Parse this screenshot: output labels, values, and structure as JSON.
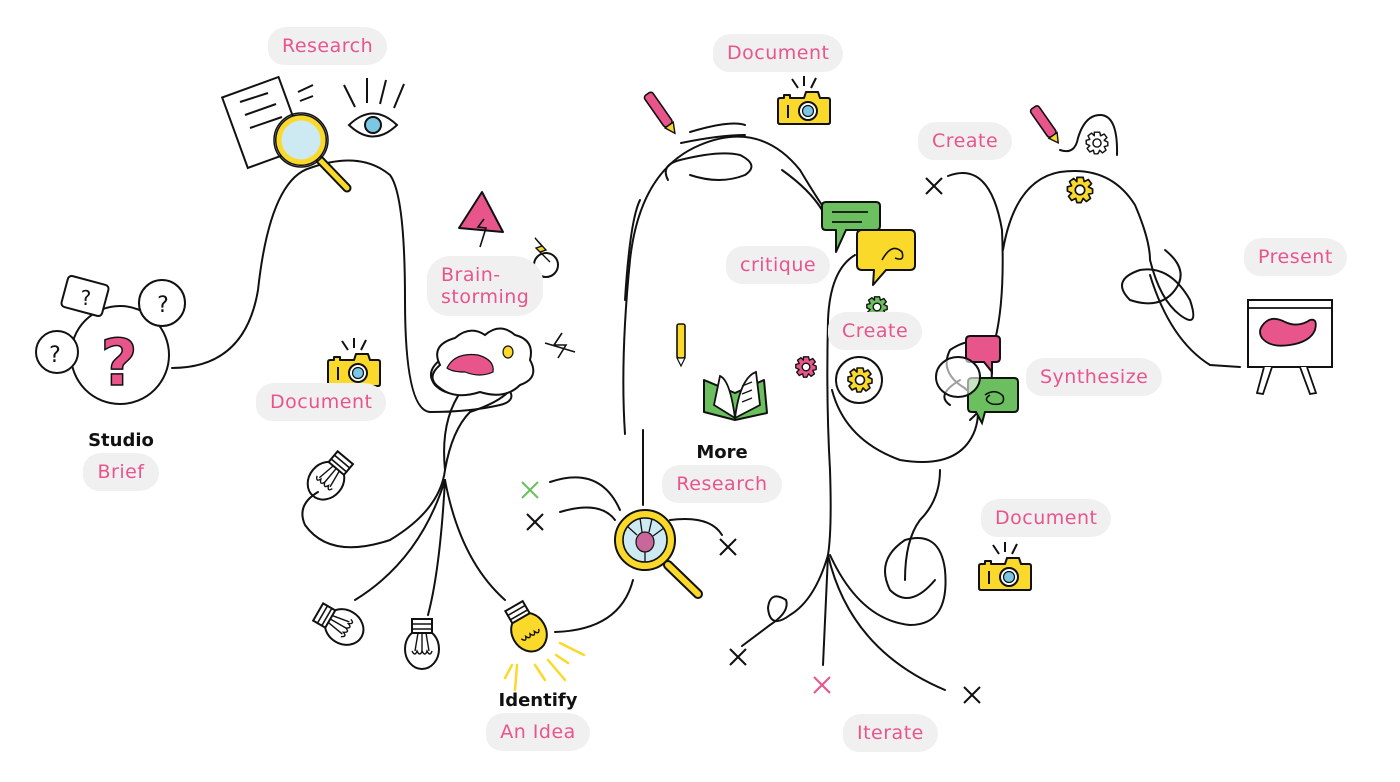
{
  "diagram": {
    "type": "design-process-flow",
    "colors": {
      "accent_pink": "#e8558a",
      "accent_yellow": "#fbd92a",
      "accent_green": "#6bbf5f",
      "accent_blue": "#7ac8e3",
      "stroke": "#111111",
      "label_bg": "#f0f0f0"
    },
    "nodes": {
      "studio_brief": {
        "line1": "Studio",
        "line2": "Brief",
        "icon": "question-bubbles-icon"
      },
      "research": {
        "label": "Research",
        "icon": "magnifier-document-icon"
      },
      "document_1": {
        "label": "Document",
        "icon": "camera-icon"
      },
      "brainstorming": {
        "label_line1": "Brain-",
        "label_line2": "storming",
        "icon": "brain-icon"
      },
      "identify_idea": {
        "line1": "Identify",
        "line2": "An Idea",
        "icon": "lightbulb-icon"
      },
      "document_2": {
        "label": "Document",
        "icon": "camera-icon"
      },
      "more_research": {
        "line1": "More",
        "line2": "Research",
        "icon": "open-book-icon"
      },
      "critique": {
        "label": "critique",
        "icon": "speech-bubbles-icon"
      },
      "create_1": {
        "label": "Create",
        "icon": "gear-icon"
      },
      "create_2": {
        "label": "Create",
        "icon": "gear-icon"
      },
      "synthesize": {
        "label": "Synthesize",
        "icon": "chat-bubbles-icon"
      },
      "document_3": {
        "label": "Document",
        "icon": "camera-icon"
      },
      "iterate": {
        "label": "Iterate",
        "icon": "branch-icon"
      },
      "present": {
        "label": "Present",
        "icon": "easel-icon"
      }
    }
  }
}
